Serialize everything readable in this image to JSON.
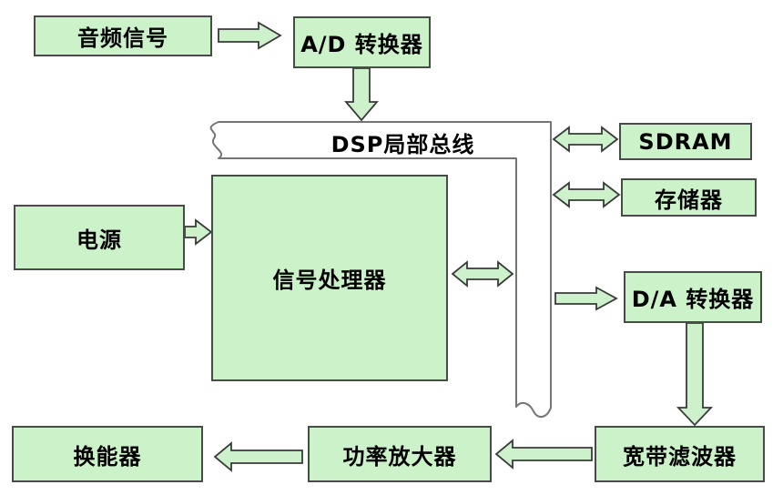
{
  "diagram": {
    "title": "DSP audio processing system block diagram",
    "colors": {
      "box_fill": "#ccf2ca",
      "box_border": "#4a4a4a",
      "arrow_fill": "#cdf2cb",
      "arrow_stroke": "#3a3a3a",
      "bus_fill": "#ffffff",
      "bus_border": "#757575",
      "text_color": "#000000",
      "background": "#ffffff"
    },
    "nodes": [
      {
        "id": "audio-signal",
        "label": "音频信号"
      },
      {
        "id": "ad-converter",
        "label": "A/D 转换器"
      },
      {
        "id": "sdram",
        "label": "SDRAM"
      },
      {
        "id": "memory",
        "label": "存储器"
      },
      {
        "id": "power-supply",
        "label": "电源"
      },
      {
        "id": "signal-processor",
        "label": "信号处理器"
      },
      {
        "id": "da-converter",
        "label": "D/A 转换器"
      },
      {
        "id": "wideband-filter",
        "label": "宽带滤波器"
      },
      {
        "id": "power-amplifier",
        "label": "功率放大器"
      },
      {
        "id": "transducer",
        "label": "换能器"
      }
    ],
    "bus": {
      "id": "dsp-bus",
      "label": "DSP局部总线"
    },
    "edges": [
      {
        "from": "audio-signal",
        "to": "ad-converter",
        "style": "single-arrow"
      },
      {
        "from": "ad-converter",
        "to": "dsp-bus",
        "style": "single-arrow"
      },
      {
        "from": "dsp-bus",
        "to": "sdram",
        "style": "double-arrow"
      },
      {
        "from": "dsp-bus",
        "to": "memory",
        "style": "double-arrow"
      },
      {
        "from": "power-supply",
        "to": "signal-processor",
        "style": "single-arrow"
      },
      {
        "from": "signal-processor",
        "to": "dsp-bus",
        "style": "double-arrow"
      },
      {
        "from": "dsp-bus",
        "to": "da-converter",
        "style": "single-arrow"
      },
      {
        "from": "da-converter",
        "to": "wideband-filter",
        "style": "single-arrow"
      },
      {
        "from": "wideband-filter",
        "to": "power-amplifier",
        "style": "single-arrow"
      },
      {
        "from": "power-amplifier",
        "to": "transducer",
        "style": "single-arrow"
      }
    ]
  }
}
